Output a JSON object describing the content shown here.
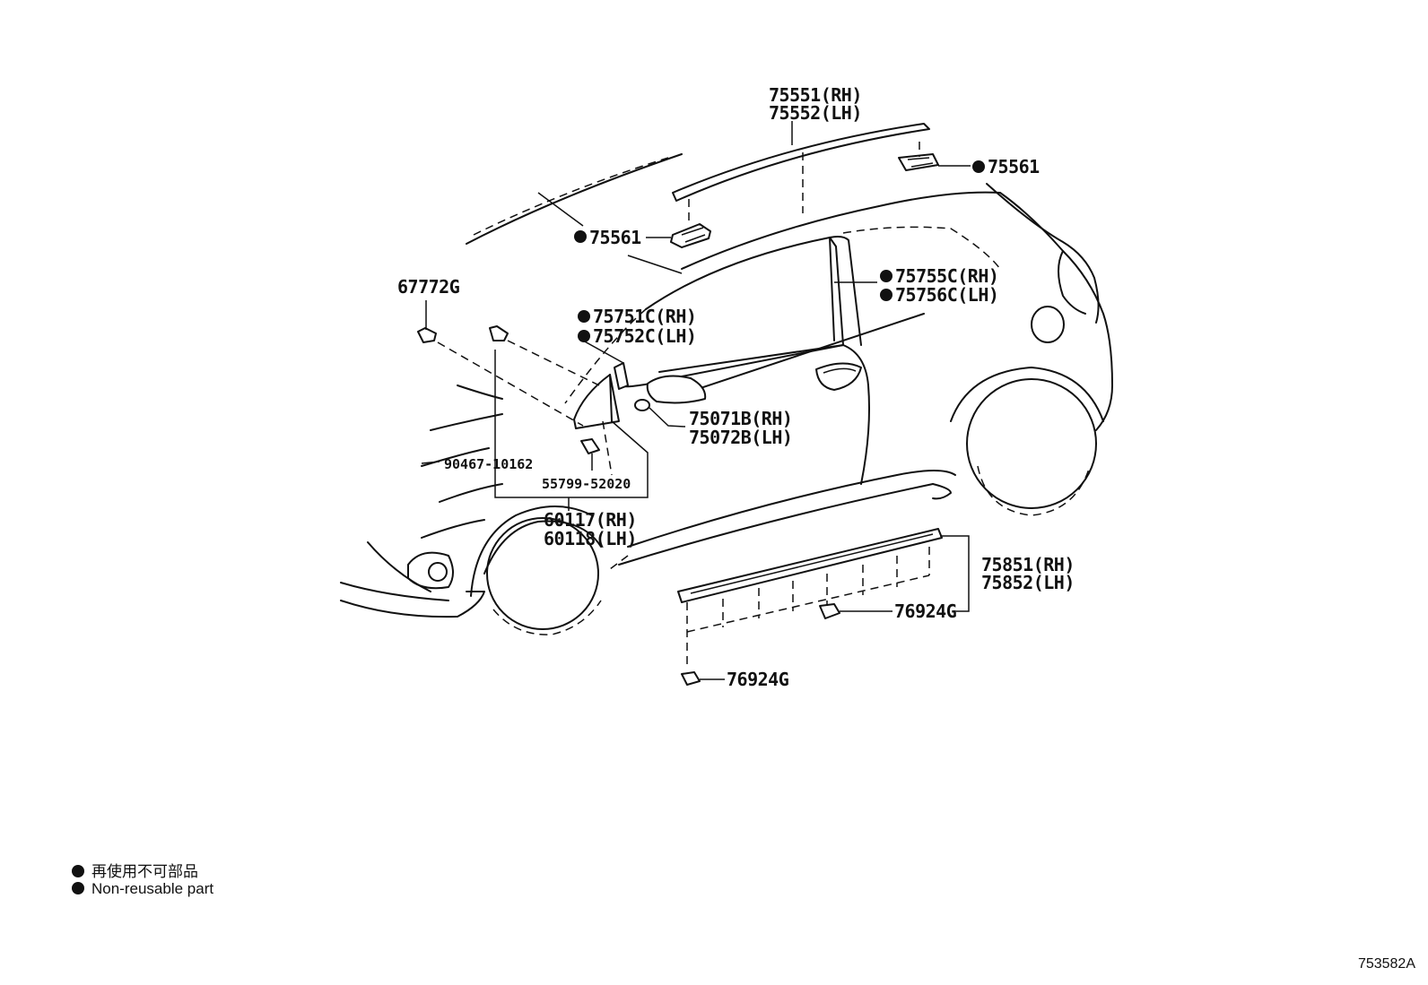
{
  "callouts": {
    "roof_molding": [
      "75551(RH)",
      "75552(LH)"
    ],
    "clip_rear": "75561",
    "clip_front": "75561",
    "pillar_garnish": [
      "75755C(RH)",
      "75756C(LH)"
    ],
    "screw": "67772G",
    "front_cover": [
      "75751C(RH)",
      "75752C(LH)"
    ],
    "emblem": [
      "75071B(RH)",
      "75072B(LH)"
    ],
    "bolt": "90467-10162",
    "retainer": "55799-52020",
    "fender": [
      "60117(RH)",
      "60118(LH)"
    ],
    "rocker_molding": [
      "75851(RH)",
      "75852(LH)"
    ],
    "clip_upper": "76924G",
    "clip_lower": "76924G"
  },
  "legend": {
    "line_ja": "再使用不可部品",
    "line_en": "Non-reusable part"
  },
  "figure_id": "753582A"
}
